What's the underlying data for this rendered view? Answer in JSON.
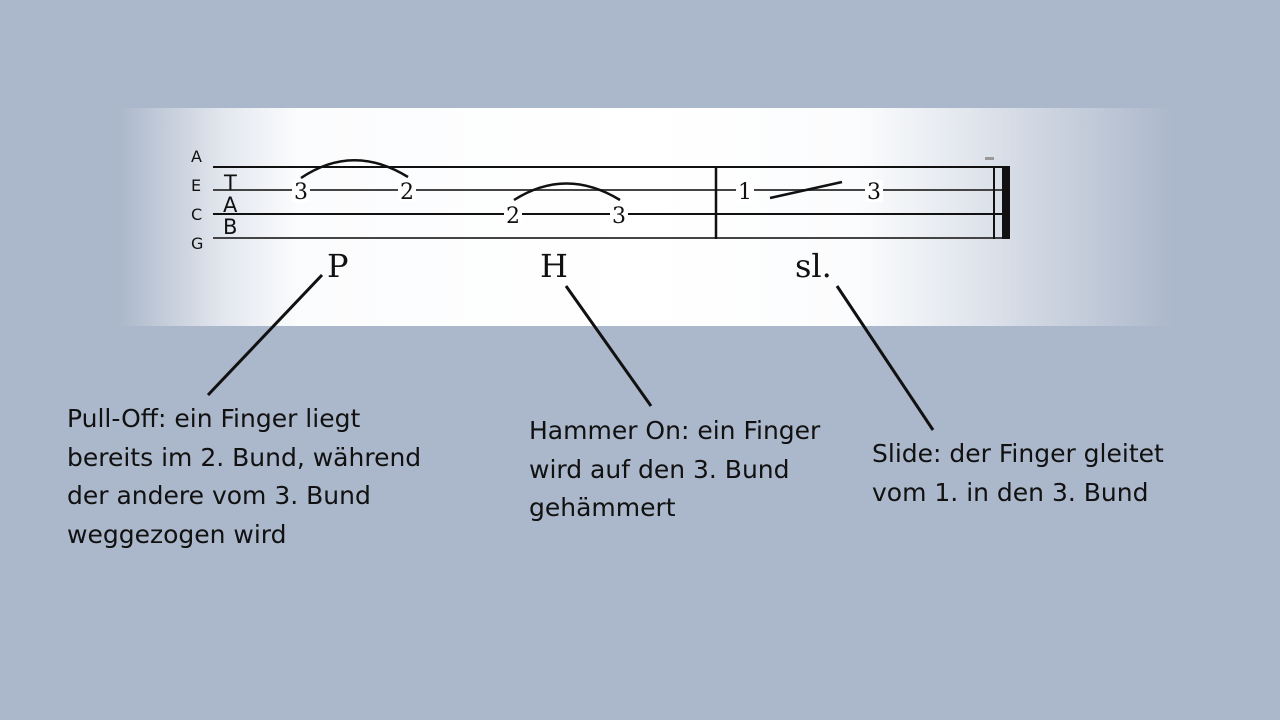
{
  "tab": {
    "string_names": [
      "A",
      "E",
      "C",
      "G"
    ],
    "clef": [
      "T",
      "A",
      "B"
    ],
    "measure1": {
      "pull_off": {
        "from": "3",
        "to": "2",
        "string": "E"
      },
      "hammer_on": {
        "from": "2",
        "to": "3",
        "string": "C"
      }
    },
    "measure2": {
      "slide": {
        "from": "1",
        "to": "3",
        "string": "E"
      }
    },
    "markers": {
      "pull_off": "P",
      "hammer_on": "H",
      "slide": "sl."
    }
  },
  "captions": {
    "pull_off": "Pull-Off: ein Finger liegt\nbereits im 2. Bund, während\nder andere vom 3. Bund\nweggezogen wird",
    "hammer_on": "Hammer On: ein Finger\nwird auf den 3. Bund\ngehämmert",
    "slide": "Slide: der Finger gleitet\nvom 1. in den 3. Bund"
  }
}
